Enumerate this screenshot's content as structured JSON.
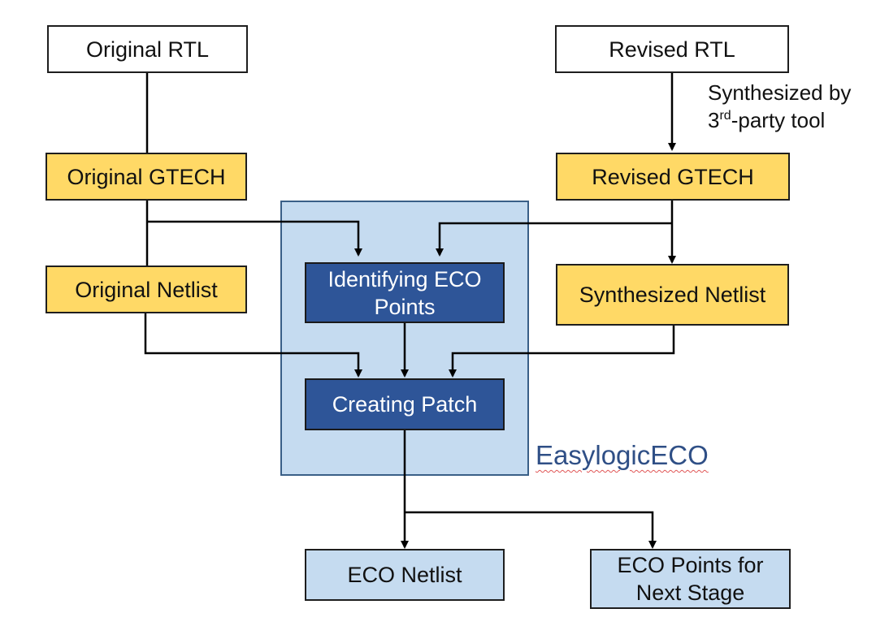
{
  "boxes": {
    "original_rtl": "Original RTL",
    "revised_rtl": "Revised RTL",
    "original_gtech": "Original GTECH",
    "revised_gtech": "Revised GTECH",
    "original_netlist": "Original Netlist",
    "synthesized_netlist": "Synthesized Netlist",
    "identifying_eco_points": "Identifying ECO Points",
    "creating_patch": "Creating Patch",
    "eco_netlist": "ECO Netlist",
    "eco_points_next_stage": "ECO Points for Next Stage"
  },
  "annotation": {
    "line1": "Synthesized by",
    "line2_prefix": "3",
    "line2_sup": "rd",
    "line2_suffix": "-party tool"
  },
  "region_label": "EasylogicECO",
  "colors": {
    "input_box": "#ffffff",
    "gtech_netlist_box": "#ffd966",
    "process_box": "#2e5598",
    "output_box": "#c5dbf0",
    "region_fill": "#c5dbf0",
    "region_label": "#2f4f86"
  }
}
